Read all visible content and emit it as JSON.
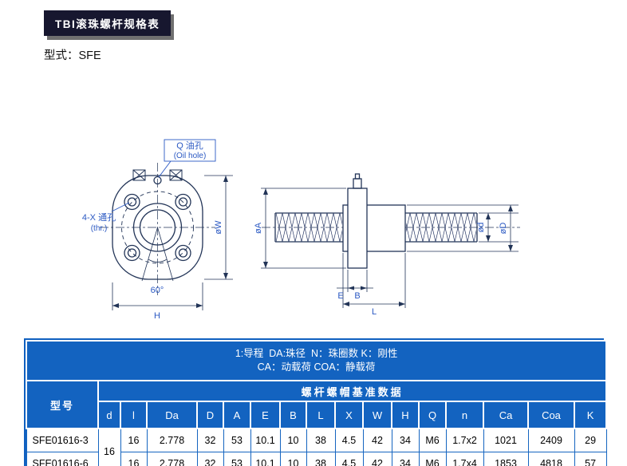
{
  "colors": {
    "table_header_blue": "#1363c0",
    "table_border_blue": "#1060c0",
    "drawing_line_navy": "#223457",
    "dimension_label_blue": "#2b59c3",
    "badge_background": "#17172f"
  },
  "header": {
    "badge": "TBI滚珠螺杆规格表",
    "type_label": "型式：SFE"
  },
  "drawing": {
    "front": {
      "oil_label_cn": "Q 油孔",
      "oil_label_en": "(Oil hole)",
      "thr_label_cn": "4-X 通孔",
      "thr_label_en": "(thr.)",
      "angle": "60°",
      "dim_h": "H",
      "dim_w": "øW"
    },
    "side": {
      "dim_a": "øA",
      "dim_d_small": "ød",
      "dim_d_large": "øD",
      "dim_e": "E",
      "dim_b": "B",
      "dim_l": "L"
    }
  },
  "table": {
    "legend_line1": "1:导程  DA:珠径  N：珠圈数 K：刚性",
    "legend_line2": "CA：动载荷 COA：静载荷",
    "group_header": "螺杆螺帽基准数据",
    "model_header": "型号",
    "columns": [
      "d",
      "l",
      "Da",
      "D",
      "A",
      "E",
      "B",
      "L",
      "X",
      "W",
      "H",
      "Q",
      "n",
      "Ca",
      "Coa",
      "K"
    ],
    "d_value": "16",
    "rows": [
      {
        "model": "SFE01616-3",
        "values": [
          "16",
          "2.778",
          "32",
          "53",
          "10.1",
          "10",
          "38",
          "4.5",
          "42",
          "34",
          "M6",
          "1.7x2",
          "1021",
          "2409",
          "29"
        ]
      },
      {
        "model": "SFE01616-6",
        "values": [
          "16",
          "2.778",
          "32",
          "53",
          "10.1",
          "10",
          "38",
          "4.5",
          "42",
          "34",
          "M6",
          "1.7x4",
          "1853",
          "4818",
          "57"
        ]
      }
    ]
  }
}
